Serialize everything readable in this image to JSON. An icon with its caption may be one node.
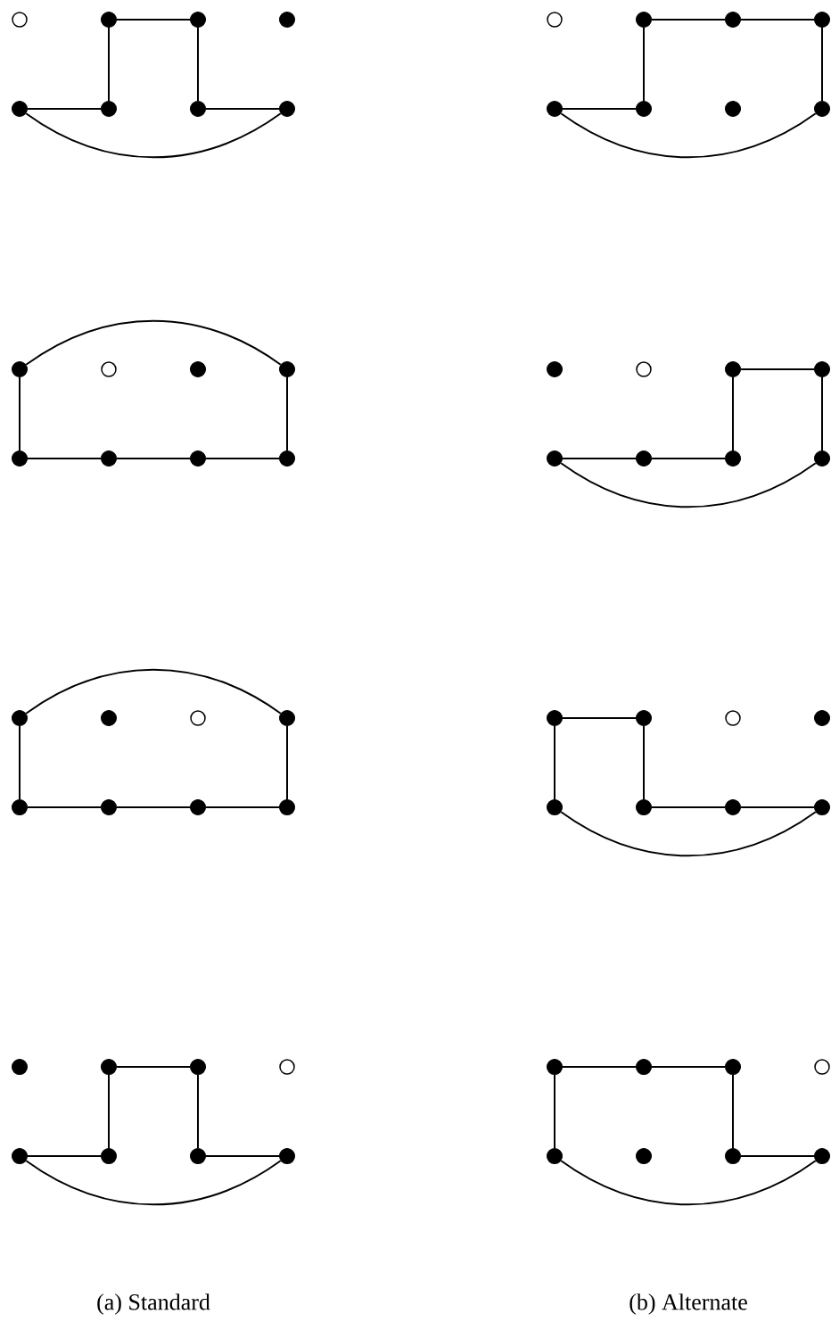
{
  "diagram": {
    "nodes": [
      {
        "text": [],
        "shape": "ring"
      },
      {
        "text": [],
        "shape": "circle"
      },
      {
        "text": [],
        "shape": "circle"
      },
      {
        "text": [],
        "shape": "circle"
      },
      {
        "text": [],
        "shape": "circle"
      },
      {
        "text": [],
        "shape": "circle"
      },
      {
        "text": [],
        "shape": "circle"
      },
      {
        "text": [],
        "shape": "circle"
      },
      {
        "text": [],
        "shape": "ring"
      },
      {
        "text": [],
        "shape": "circle"
      },
      {
        "text": [],
        "shape": "circle"
      },
      {
        "text": [],
        "shape": "circle"
      },
      {
        "text": [],
        "shape": "circle"
      },
      {
        "text": [],
        "shape": "circle"
      },
      {
        "text": [],
        "shape": "circle"
      },
      {
        "text": [],
        "shape": "circle"
      },
      {
        "text": [],
        "shape": "circle"
      },
      {
        "text": [],
        "shape": "ring"
      },
      {
        "text": [],
        "shape": "circle"
      },
      {
        "text": [],
        "shape": "circle"
      },
      {
        "text": [],
        "shape": "circle"
      },
      {
        "text": [],
        "shape": "circle"
      },
      {
        "text": [],
        "shape": "circle"
      },
      {
        "text": [],
        "shape": "circle"
      },
      {
        "text": [],
        "shape": "circle"
      },
      {
        "text": [],
        "shape": "ring"
      },
      {
        "text": [],
        "shape": "circle"
      },
      {
        "text": [],
        "shape": "circle"
      },
      {
        "text": [],
        "shape": "circle"
      },
      {
        "text": [],
        "shape": "circle"
      },
      {
        "text": [],
        "shape": "circle"
      },
      {
        "text": [],
        "shape": "circle"
      },
      {
        "text": [],
        "shape": "circle"
      },
      {
        "text": [],
        "shape": "circle"
      },
      {
        "text": [],
        "shape": "ring"
      },
      {
        "text": [],
        "shape": "circle"
      },
      {
        "text": [],
        "shape": "circle"
      },
      {
        "text": [],
        "shape": "circle"
      },
      {
        "text": [],
        "shape": "circle"
      },
      {
        "text": [],
        "shape": "circle"
      },
      {
        "text": [],
        "shape": "circle"
      },
      {
        "text": [],
        "shape": "circle"
      },
      {
        "text": [],
        "shape": "ring"
      },
      {
        "text": [],
        "shape": "circle"
      },
      {
        "text": [],
        "shape": "circle"
      },
      {
        "text": [],
        "shape": "circle"
      },
      {
        "text": [],
        "shape": "circle"
      },
      {
        "text": [],
        "shape": "circle"
      },
      {
        "text": [],
        "shape": "circle"
      },
      {
        "text": [],
        "shape": "circle"
      },
      {
        "text": [],
        "shape": "circle"
      },
      {
        "text": [],
        "shape": "ring"
      },
      {
        "text": [],
        "shape": "circle"
      },
      {
        "text": [],
        "shape": "circle"
      },
      {
        "text": [],
        "shape": "circle"
      },
      {
        "text": [],
        "shape": "circle"
      },
      {
        "text": [],
        "shape": "circle"
      },
      {
        "text": [],
        "shape": "circle"
      },
      {
        "text": [],
        "shape": "circle"
      },
      {
        "text": [],
        "shape": "ring"
      },
      {
        "text": [],
        "shape": "circle"
      },
      {
        "text": [],
        "shape": "circle"
      },
      {
        "text": [],
        "shape": "circle"
      },
      {
        "text": [],
        "shape": "circle"
      }
    ],
    "edges": [
      {
        "from": 1,
        "to": 2,
        "arrow": "none"
      },
      {
        "from": 1,
        "to": 5,
        "arrow": "none"
      },
      {
        "from": 2,
        "to": 6,
        "arrow": "none"
      },
      {
        "from": 4,
        "to": 5,
        "arrow": "none"
      },
      {
        "from": 6,
        "to": 7,
        "arrow": "none"
      },
      {
        "from": 4,
        "to": 7,
        "arrow": "none"
      },
      {
        "from": 9,
        "to": 10,
        "arrow": "none"
      },
      {
        "from": 10,
        "to": 11,
        "arrow": "none"
      },
      {
        "from": 9,
        "to": 13,
        "arrow": "none"
      },
      {
        "from": 11,
        "to": 15,
        "arrow": "none"
      },
      {
        "from": 12,
        "to": 13,
        "arrow": "none"
      },
      {
        "from": 12,
        "to": 15,
        "arrow": "none"
      },
      {
        "from": 16,
        "to": 19,
        "arrow": "none"
      },
      {
        "from": 16,
        "to": 20,
        "arrow": "none"
      },
      {
        "from": 19,
        "to": 23,
        "arrow": "none"
      },
      {
        "from": 20,
        "to": 21,
        "arrow": "none"
      },
      {
        "from": 21,
        "to": 22,
        "arrow": "none"
      },
      {
        "from": 22,
        "to": 23,
        "arrow": "none"
      },
      {
        "from": 26,
        "to": 27,
        "arrow": "none"
      },
      {
        "from": 26,
        "to": 30,
        "arrow": "none"
      },
      {
        "from": 27,
        "to": 31,
        "arrow": "none"
      },
      {
        "from": 28,
        "to": 29,
        "arrow": "none"
      },
      {
        "from": 29,
        "to": 30,
        "arrow": "none"
      },
      {
        "from": 28,
        "to": 31,
        "arrow": "none"
      },
      {
        "from": 32,
        "to": 35,
        "arrow": "none"
      },
      {
        "from": 32,
        "to": 36,
        "arrow": "none"
      },
      {
        "from": 35,
        "to": 39,
        "arrow": "none"
      },
      {
        "from": 36,
        "to": 37,
        "arrow": "none"
      },
      {
        "from": 37,
        "to": 38,
        "arrow": "none"
      },
      {
        "from": 38,
        "to": 39,
        "arrow": "none"
      },
      {
        "from": 40,
        "to": 41,
        "arrow": "none"
      },
      {
        "from": 40,
        "to": 44,
        "arrow": "none"
      },
      {
        "from": 41,
        "to": 45,
        "arrow": "none"
      },
      {
        "from": 45,
        "to": 46,
        "arrow": "none"
      },
      {
        "from": 46,
        "to": 47,
        "arrow": "none"
      },
      {
        "from": 44,
        "to": 47,
        "arrow": "none"
      },
      {
        "from": 49,
        "to": 50,
        "arrow": "none"
      },
      {
        "from": 49,
        "to": 53,
        "arrow": "none"
      },
      {
        "from": 50,
        "to": 54,
        "arrow": "none"
      },
      {
        "from": 52,
        "to": 53,
        "arrow": "none"
      },
      {
        "from": 54,
        "to": 55,
        "arrow": "none"
      },
      {
        "from": 52,
        "to": 55,
        "arrow": "none"
      },
      {
        "from": 56,
        "to": 57,
        "arrow": "none"
      },
      {
        "from": 57,
        "to": 58,
        "arrow": "none"
      },
      {
        "from": 56,
        "to": 60,
        "arrow": "none"
      },
      {
        "from": 58,
        "to": 62,
        "arrow": "none"
      },
      {
        "from": 62,
        "to": 63,
        "arrow": "none"
      },
      {
        "from": 60,
        "to": 63,
        "arrow": "none"
      }
    ],
    "labels": [
      "(a) Standard",
      "(b) Alternate"
    ]
  }
}
